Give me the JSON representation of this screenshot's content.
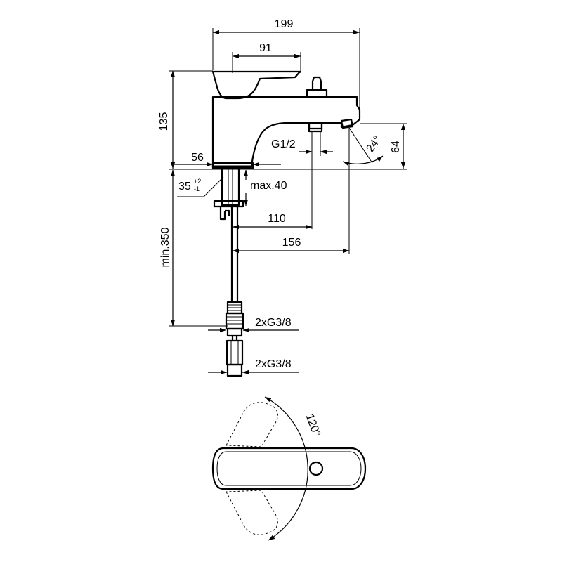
{
  "dimensions": {
    "overall_width": "199",
    "lever_reach": "91",
    "height": "135",
    "base_width": "56",
    "hole": "35",
    "hole_tol_plus": "+2",
    "hole_tol_minus": "-1",
    "deck_thickness": "max.40",
    "spout_height": "64",
    "spout_angle": "24°",
    "diverter_thread": "G1/2",
    "diverter_offset": "110",
    "spout_reach": "156",
    "hose_length": "min.350",
    "connection_1": "2xG3/8",
    "connection_2": "2xG3/8",
    "lever_rotation": "120°"
  },
  "colors": {
    "line": "#000000",
    "background": "#ffffff"
  }
}
